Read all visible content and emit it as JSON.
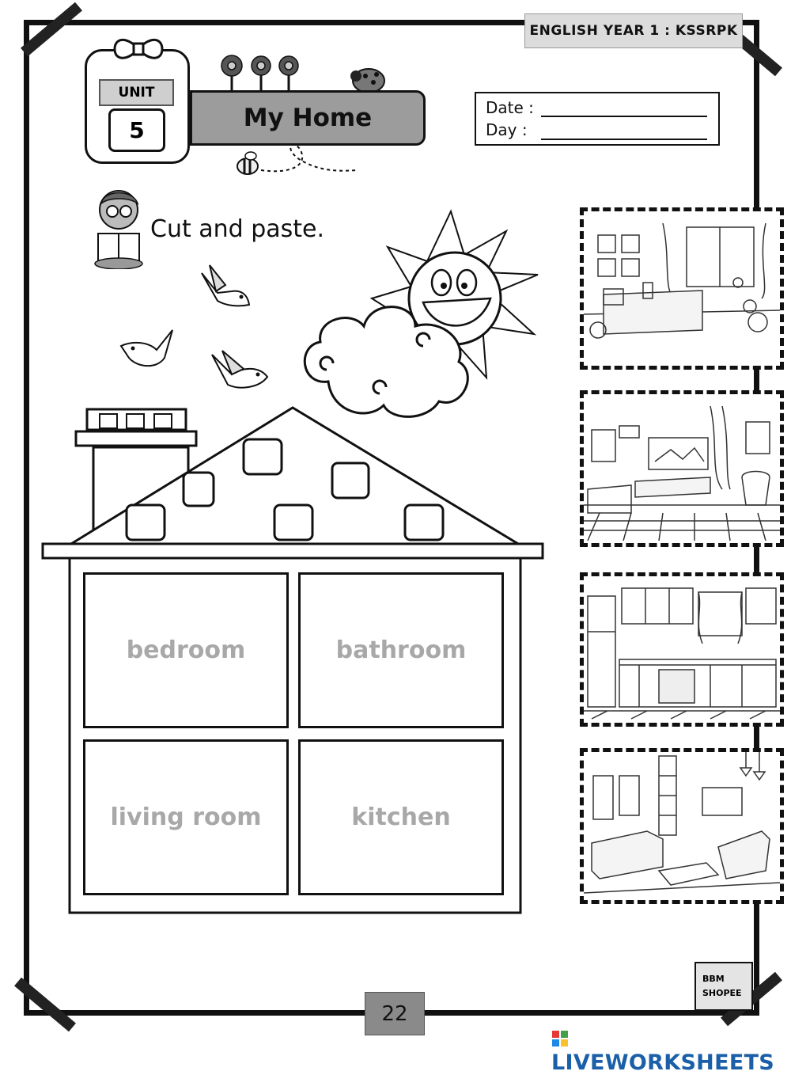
{
  "header": {
    "tag": "ENGLISH YEAR 1 : KSSRPK"
  },
  "unit": {
    "label": "UNIT",
    "number": "5"
  },
  "title": "My Home",
  "date_box": {
    "date_label": "Date :",
    "day_label": "Day   :"
  },
  "instruction": "Cut and paste.",
  "rooms": [
    "bedroom",
    "bathroom",
    "living room",
    "kitchen"
  ],
  "cutouts": [
    "bedroom-picture",
    "bathroom-picture",
    "kitchen-picture",
    "living-room-picture"
  ],
  "page_number": "22",
  "shop_logo": {
    "line1": "BBM",
    "line2": "SHOPEE"
  },
  "footer": {
    "brand": "LIVEWORKSHEETS"
  },
  "colors": {
    "banner": "#9c9c9c",
    "placeholder_text": "#a8a8a8",
    "brand": "#1a5fa8"
  }
}
